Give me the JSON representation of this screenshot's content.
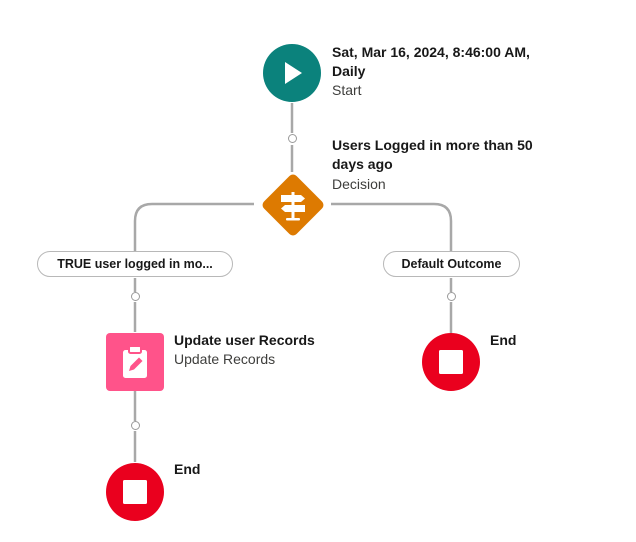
{
  "start": {
    "title_line1": "Sat, Mar 16, 2024, 8:46:00 AM,",
    "title_line2": "Daily",
    "type": "Start",
    "color": "#0b827c"
  },
  "decision": {
    "title_line1": "Users Logged in more than 50",
    "title_line2": "days ago",
    "type": "Decision",
    "color": "#dd7a01"
  },
  "outcomes": {
    "left_label": "TRUE user logged in mo...",
    "right_label": "Default Outcome"
  },
  "update": {
    "title": "Update user Records",
    "type": "Update Records",
    "color": "#ff538a"
  },
  "end_left": {
    "label": "End"
  },
  "end_right": {
    "label": "End"
  },
  "colors": {
    "end": "#ea001e",
    "connector": "#a8a8a8"
  }
}
